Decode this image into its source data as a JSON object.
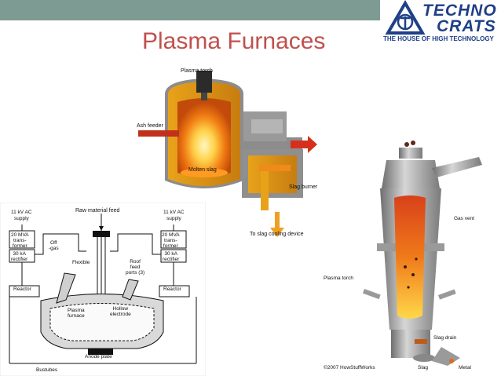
{
  "slide": {
    "title": "Plasma Furnaces",
    "accent_bar_color": "#7e9b93",
    "title_color": "#c0504d"
  },
  "logo": {
    "line1": "TECHNO",
    "line2": "CRATS",
    "tagline": "THE HOUSE OF HIGH TECHNOLOGY",
    "color": "#1f3f87"
  },
  "diagram_top": {
    "labels": {
      "plasma_torch": "Plasma torch",
      "ash_feeder": "Ash feeder",
      "molten_slag": "Molten slag",
      "slag_burner": "Slag burner",
      "slag_cooling": "To slag cooling device"
    }
  },
  "diagram_right": {
    "labels": {
      "gas_vent": "Gas vent",
      "plasma_torch": "Plasma torch",
      "slag_drain": "Slag drain",
      "slag": "Slag",
      "metal": "Metal",
      "credit": "©2007 HowStuffWorks"
    }
  },
  "diagram_left": {
    "labels": {
      "raw_feed": "Raw material feed",
      "supply_left_1": "11 kV AC",
      "supply_left_2": "supply",
      "supply_right_1": "11 kV AC",
      "supply_right_2": "supply",
      "mva_left": "20 MVA\ntrans-\nformer",
      "mva_right": "20 MVA\ntrans-\nformer",
      "rect_left": "30 kA\nrectifier",
      "rect_right": "30 kA\nrectifier",
      "off_gas": "Off\n-gas",
      "flexible": "Flexible",
      "roof_feed": "Roof\nfeed\nports (3)",
      "reactor_left": "Reactor",
      "reactor_right": "Reactor",
      "plasma_furnace": "Plasma\nfurnace",
      "hollow_electrode": "Hollow\nelectrode",
      "anode_plate": "Anode\nplate",
      "bustubes": "Bustubes"
    }
  }
}
